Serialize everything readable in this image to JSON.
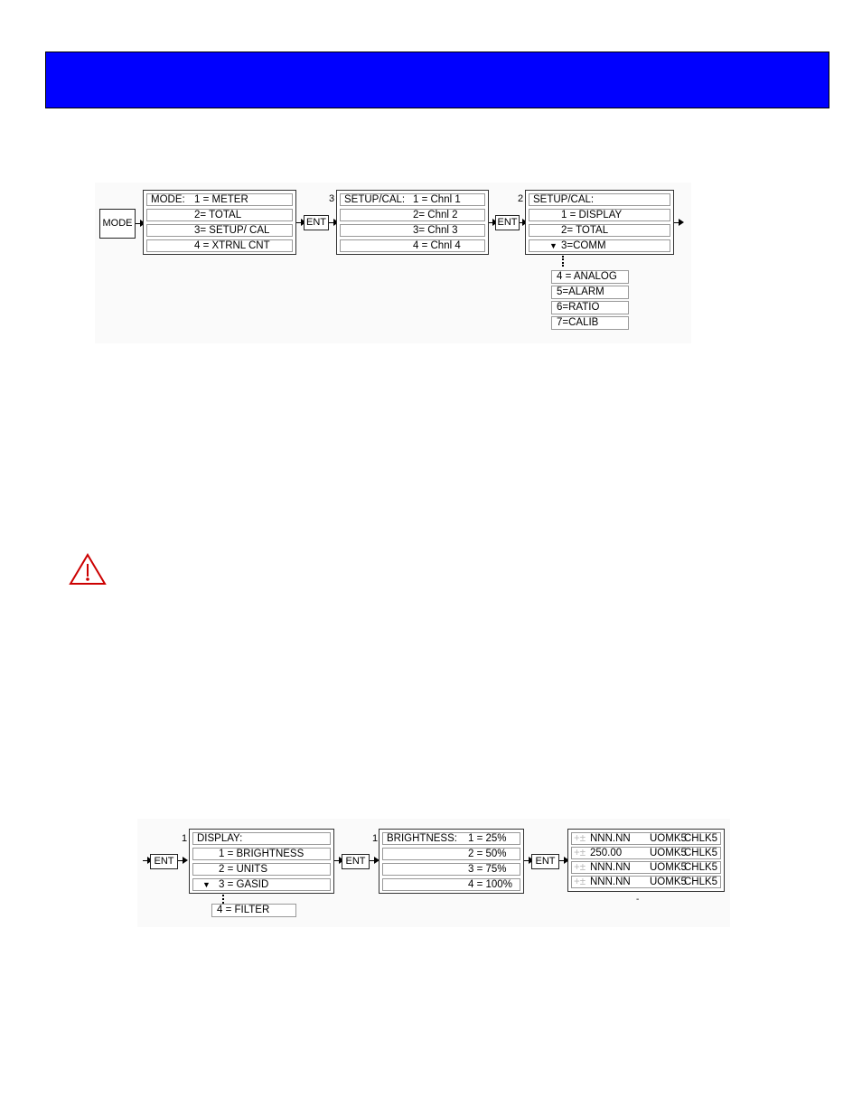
{
  "diagram1": {
    "mode_button": "MODE",
    "mode_menu": {
      "rows": [
        {
          "left": "MODE:",
          "right": "1 = METER"
        },
        {
          "left": "",
          "right": "2= TOTAL"
        },
        {
          "left": "",
          "right": "3= SETUP/ CAL"
        },
        {
          "left": "",
          "right": "4 = XTRNL CNT"
        }
      ]
    },
    "ent1": {
      "selector": "3",
      "label": "ENT"
    },
    "setup_menu": {
      "rows": [
        {
          "left": "SETUP/CAL:",
          "right": "1 = Chnl 1"
        },
        {
          "left": "",
          "right": "2= Chnl 2"
        },
        {
          "left": "",
          "right": "3= Chnl 3"
        },
        {
          "left": "",
          "right": "4 = Chnl 4"
        }
      ]
    },
    "ent2": {
      "selector": "2",
      "label": "ENT"
    },
    "channel_menu": {
      "rows": [
        {
          "left": "SETUP/CAL:",
          "right": ""
        },
        {
          "left": "",
          "right": "1 = DISPLAY"
        },
        {
          "left": "",
          "right": "2= TOTAL"
        },
        {
          "left": "▼",
          "right": "3=COMM"
        }
      ]
    },
    "more_items": [
      "4 = ANALOG",
      "5=ALARM",
      "6=RATIO",
      "7=CALIB"
    ]
  },
  "diagram2": {
    "ent_in": {
      "label": "ENT"
    },
    "display_menu": {
      "selector": "1",
      "rows": [
        {
          "left": "DISPLAY:",
          "right": ""
        },
        {
          "left": "",
          "right": "1 = BRIGHTNESS"
        },
        {
          "left": "",
          "right": "2 = UNITS"
        },
        {
          "left": "▼",
          "right": "3 = GASID"
        }
      ]
    },
    "more_items": [
      "4 = FILTER"
    ],
    "ent_mid": {
      "label": "ENT"
    },
    "brightness_menu": {
      "selector": "1",
      "rows": [
        {
          "left": "BRIGHTNESS:",
          "right": "1 = 25%"
        },
        {
          "left": "",
          "right": "2 = 50%"
        },
        {
          "left": "",
          "right": "3 = 75%"
        },
        {
          "left": "",
          "right": "4 = 100%"
        }
      ]
    },
    "ent_out": {
      "label": "ENT"
    },
    "readout": {
      "rows": [
        {
          "prefix": "+±",
          "value": "NNN.NN",
          "unit": "UOMK5",
          "gas": "CHLK5"
        },
        {
          "prefix": "+±",
          "value": "250.00",
          "unit": "UOMK5",
          "gas": "CHLK5"
        },
        {
          "prefix": "+±",
          "value": "NNN.NN",
          "unit": "UOMK5",
          "gas": "CHLK5"
        },
        {
          "prefix": "+±",
          "value": "NNN.NN",
          "unit": "UOMK5",
          "gas": "CHLK5"
        }
      ],
      "footnote": "-"
    }
  },
  "colors": {
    "banner": "#0000ff",
    "warning": "#cc0000"
  },
  "icons": {
    "warning": "warning-triangle-icon"
  }
}
